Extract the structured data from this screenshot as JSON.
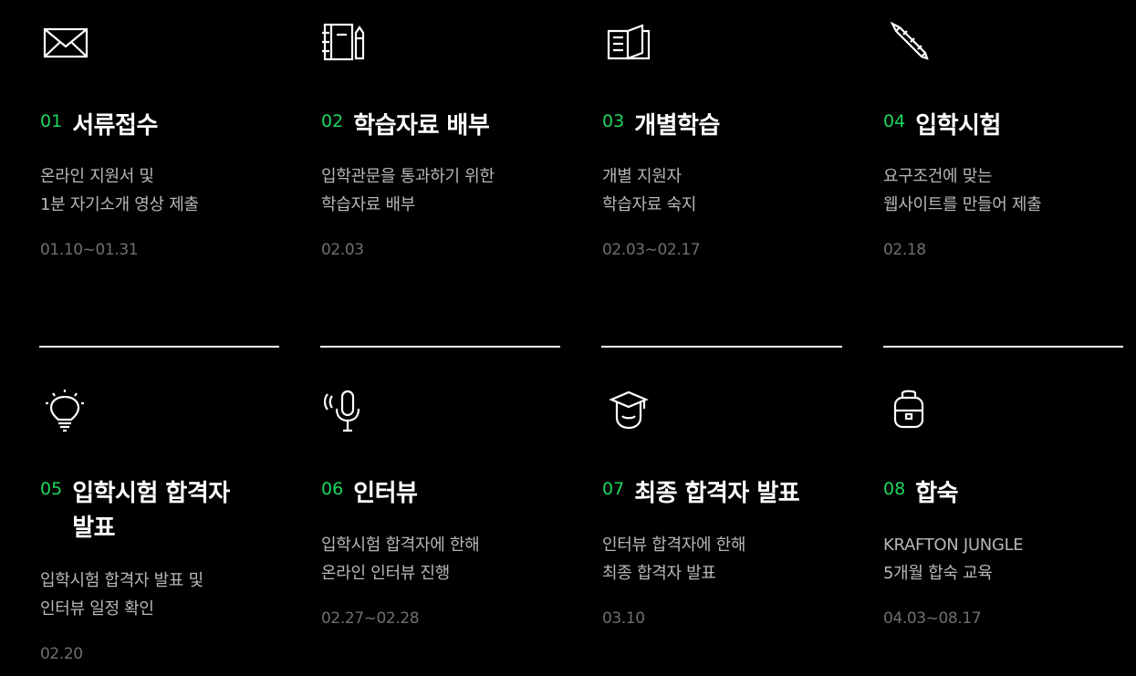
{
  "steps": [
    {
      "num": "01",
      "title": "서류접수",
      "desc": [
        "온라인 지원서 및",
        "1분 자기소개 영상 제출"
      ],
      "date": "01.10~01.31",
      "icon": "envelope-icon"
    },
    {
      "num": "02",
      "title": "학습자료 배부",
      "desc": [
        "입학관문을 통과하기 위한",
        "학습자료 배부"
      ],
      "date": "02.03",
      "icon": "notebook-pencil-icon"
    },
    {
      "num": "03",
      "title": "개별학습",
      "desc": [
        "개별 지원자",
        "학습자료 숙지"
      ],
      "date": "02.03~02.17",
      "icon": "open-book-icon"
    },
    {
      "num": "04",
      "title": "입학시험",
      "desc": [
        "요구조건에 맞는",
        "웹사이트를 만들어 제출"
      ],
      "date": "02.18",
      "icon": "pencil-icon"
    },
    {
      "num": "05",
      "title": "입학시험 합격자 발표",
      "title_lines": [
        "입학시험 합격자",
        "발표"
      ],
      "desc": [
        "입학시험 합격자 발표 및",
        "인터뷰 일정 확인"
      ],
      "date": "02.20",
      "icon": "lightbulb-icon"
    },
    {
      "num": "06",
      "title": "인터뷰",
      "desc": [
        "입학시험 합격자에 한해",
        "온라인 인터뷰 진행"
      ],
      "date": "02.27~02.28",
      "icon": "microphone-icon"
    },
    {
      "num": "07",
      "title": "최종 합격자 발표",
      "desc": [
        "인터뷰 합격자에 한해",
        "최종 합격자 발표"
      ],
      "date": "03.10",
      "icon": "graduation-cap-icon"
    },
    {
      "num": "08",
      "title": "합숙",
      "desc": [
        "KRAFTON JUNGLE",
        "5개월 합숙 교육"
      ],
      "date": "04.03~08.17",
      "icon": "backpack-icon"
    }
  ],
  "colors": {
    "background": "#000000",
    "accent": "#1ed760",
    "title": "#ffffff",
    "desc": "#b7b7b7",
    "date": "#6f6f6f",
    "divider": "#ffffff"
  }
}
